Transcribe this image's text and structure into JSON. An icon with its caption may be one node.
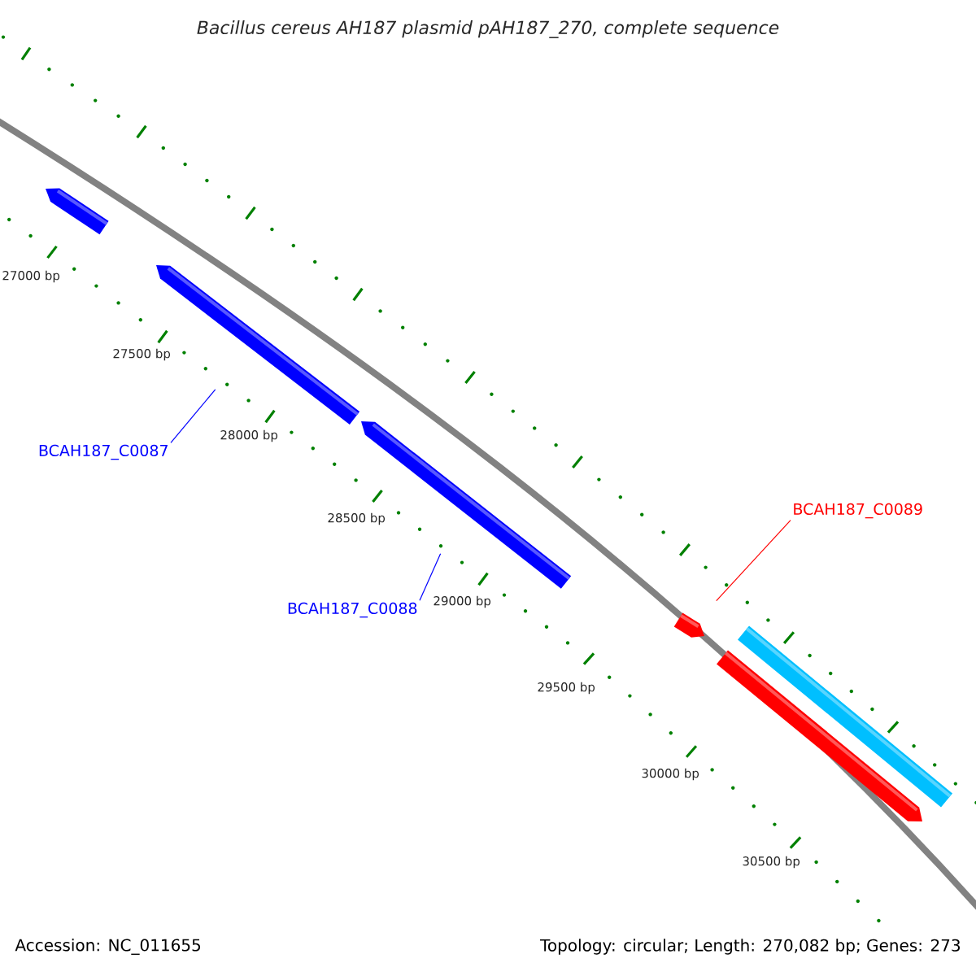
{
  "diagram": {
    "title": "Bacillus cereus AH187 plasmid pAH187_270, complete sequence",
    "nodes": [
      {
        "text": [],
        "shape": "bar"
      },
      {
        "text": [],
        "shape": "bar"
      },
      {
        "text": [],
        "shape": "bar"
      },
      {
        "text": [],
        "shape": "bar"
      },
      {
        "text": [],
        "shape": "bar"
      },
      {
        "text": [],
        "shape": "bar"
      },
      {
        "text": [
          "BCAH187_C0087"
        ]
      },
      {
        "text": [
          "BCAH187_C0088"
        ]
      },
      {
        "text": [
          "BCAH187_C0089"
        ]
      }
    ],
    "edges": [
      {
        "from": 6,
        "to": 1,
        "arrow": "none"
      },
      {
        "from": 7,
        "to": 2,
        "arrow": "none"
      },
      {
        "from": 8,
        "to": 3,
        "arrow": "none",
        "color": "#ff0000"
      }
    ],
    "labels": [
      "27000 bp",
      "27500 bp",
      "28000 bp",
      "28500 bp",
      "29000 bp",
      "29500 bp",
      "30000 bp",
      "30500 bp",
      "Accession: NC_011655",
      "Topology: circular; Length: 270,082 bp; Genes: 273"
    ]
  }
}
